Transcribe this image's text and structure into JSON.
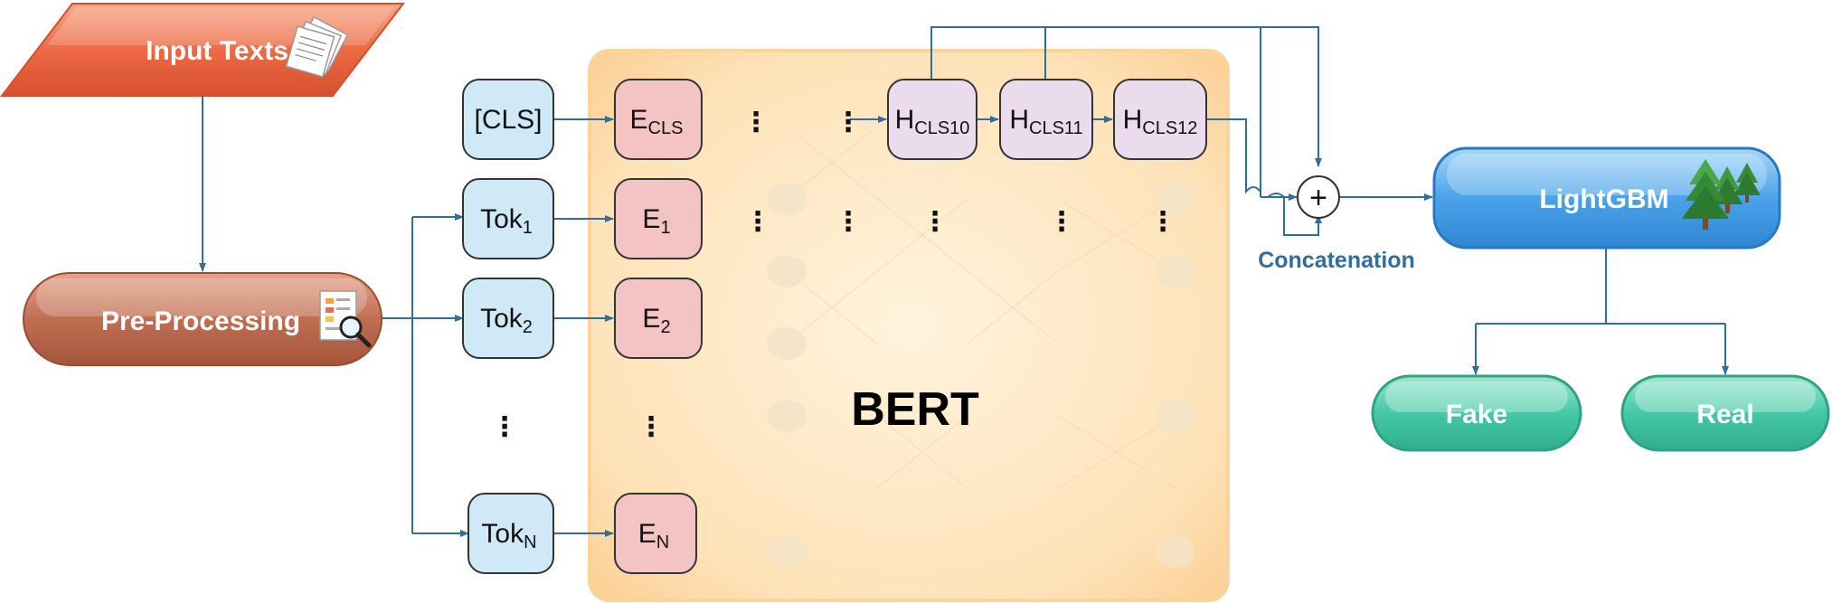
{
  "input_texts": "Input Texts",
  "preprocessing": "Pre-Processing",
  "tokens": [
    {
      "main": "[CLS]",
      "sub": ""
    },
    {
      "main": "Tok",
      "sub": "1"
    },
    {
      "main": "Tok",
      "sub": "2"
    },
    {
      "main": "Tok",
      "sub": "N"
    }
  ],
  "embeddings": [
    {
      "main": "E",
      "sub": "CLS"
    },
    {
      "main": "E",
      "sub": "1"
    },
    {
      "main": "E",
      "sub": "2"
    },
    {
      "main": "E",
      "sub": "N"
    }
  ],
  "hidden": [
    {
      "main": "H",
      "sub": "CLS10"
    },
    {
      "main": "H",
      "sub": "CLS11"
    },
    {
      "main": "H",
      "sub": "CLS12"
    }
  ],
  "bert_label": "BERT",
  "concat_label": "Concatenation",
  "concat_symbol": "+",
  "ellipsis": "⋮",
  "classifier": "LightGBM",
  "outputs": {
    "fake": "Fake",
    "real": "Real"
  },
  "colors": {
    "input_orange": "#ec6a44",
    "preproc_brown": "#b8664a",
    "token_blue": "#cfe9f7",
    "embed_red": "#f4c4c4",
    "hidden_purple": "#eadcec",
    "bert_bg": "#fde4bd",
    "lightgbm_blue": "#4aa3e8",
    "output_teal": "#3cc3a0",
    "arrow": "#2f6e9f",
    "concat_text": "#2f6e9f"
  },
  "icons": {
    "input": "documents-stack-icon",
    "preprocessing": "document-magnifier-icon",
    "classifier": "pine-trees-icon"
  }
}
